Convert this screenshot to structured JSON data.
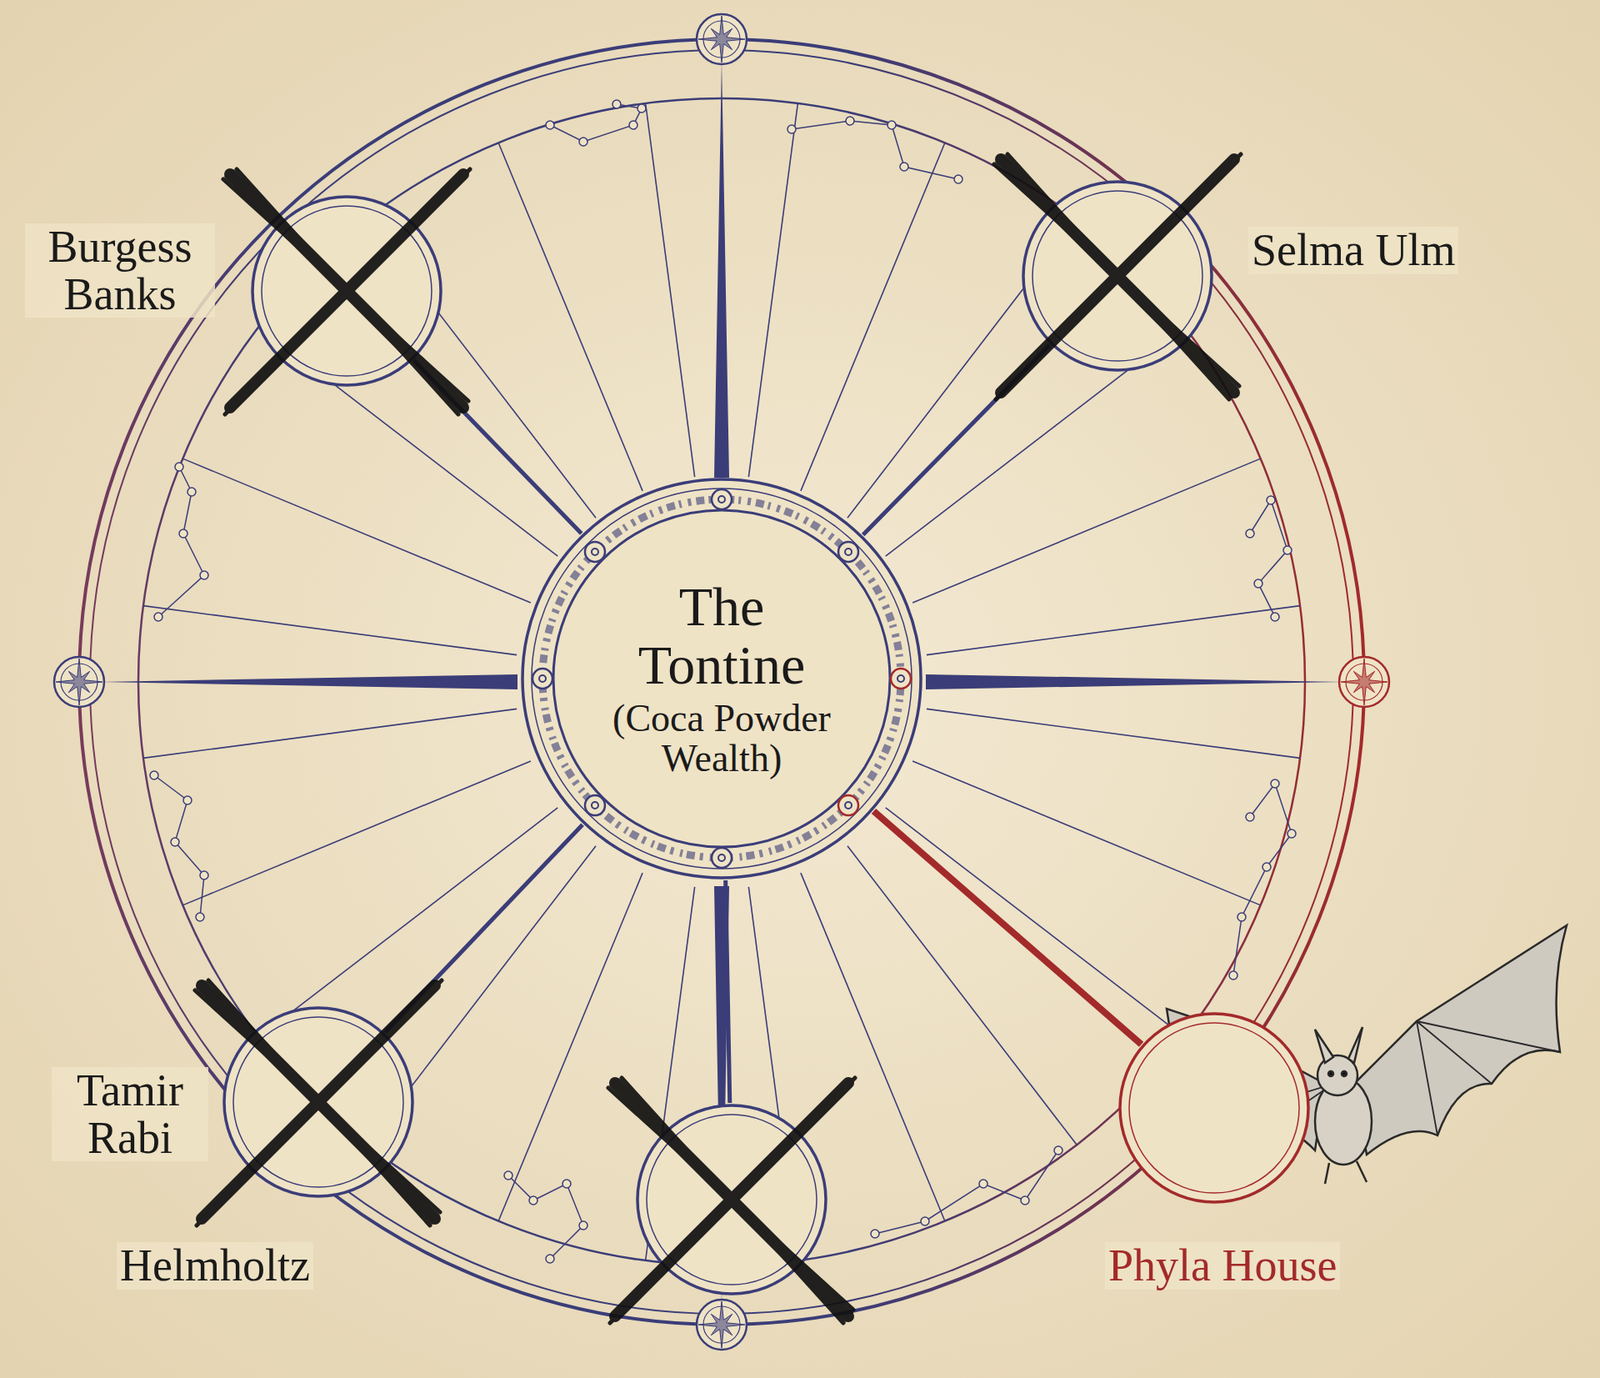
{
  "diagram": {
    "nodes": [
      {
        "text": [
          "Burgess Banks"
        ]
      },
      {
        "text": [
          "Selma Ulm"
        ]
      },
      {
        "text": [
          "The Tontine",
          "(Coca Powder Wealth)"
        ]
      },
      {
        "text": [
          "Tamir Rabi"
        ]
      },
      {
        "text": [
          "Helmholtz"
        ]
      },
      {
        "text": [
          "Phyla House"
        ]
      }
    ],
    "edges": [
      {
        "from": 2,
        "to": 0,
        "arrow": "none"
      },
      {
        "from": 2,
        "to": 1,
        "arrow": "none"
      },
      {
        "from": 2,
        "to": 3,
        "arrow": "none"
      },
      {
        "from": 2,
        "to": 4,
        "arrow": "none"
      },
      {
        "from": 2,
        "to": 5,
        "arrow": "none"
      }
    ]
  }
}
